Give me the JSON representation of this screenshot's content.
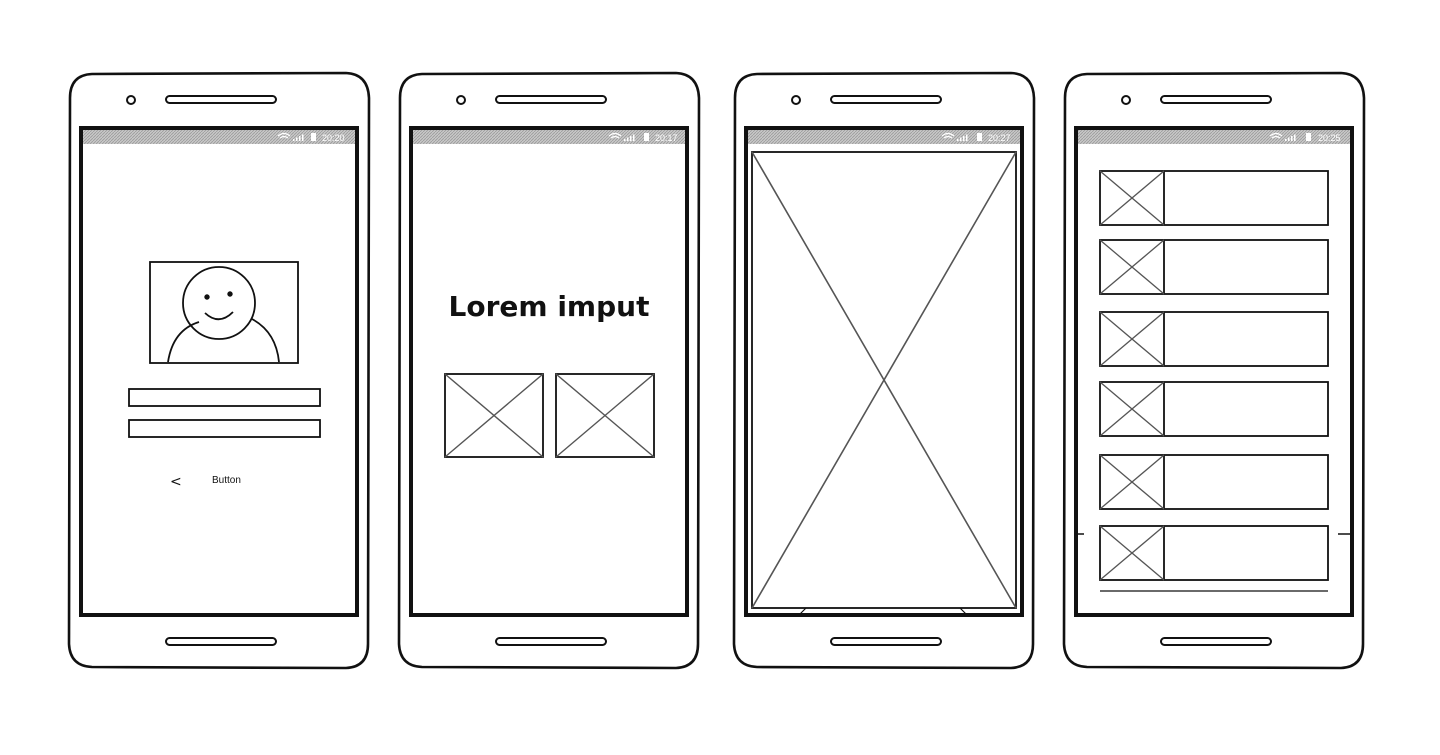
{
  "phones": [
    {
      "status_time": "20:20",
      "screen": "profile-form",
      "back_glyph": "<",
      "button_label": "Button",
      "input_count": 2,
      "icons": [
        "wifi-icon",
        "signal-icon",
        "battery-icon",
        "avatar-smiley-icon"
      ]
    },
    {
      "status_time": "20:17",
      "screen": "title-with-images",
      "title": "Lorem imput",
      "image_count": 2,
      "icons": [
        "wifi-icon",
        "signal-icon",
        "battery-icon",
        "image-placeholder-icon"
      ]
    },
    {
      "status_time": "20:27",
      "screen": "full-image",
      "icons": [
        "wifi-icon",
        "signal-icon",
        "battery-icon",
        "image-placeholder-icon"
      ]
    },
    {
      "status_time": "20:25",
      "screen": "list",
      "list_item_count": 6,
      "icons": [
        "wifi-icon",
        "signal-icon",
        "battery-icon",
        "image-placeholder-icon"
      ]
    }
  ],
  "colors": {
    "stroke": "#111111",
    "status_bar": "#bdbdbd",
    "placeholder_line": "#555555",
    "background": "#ffffff"
  }
}
